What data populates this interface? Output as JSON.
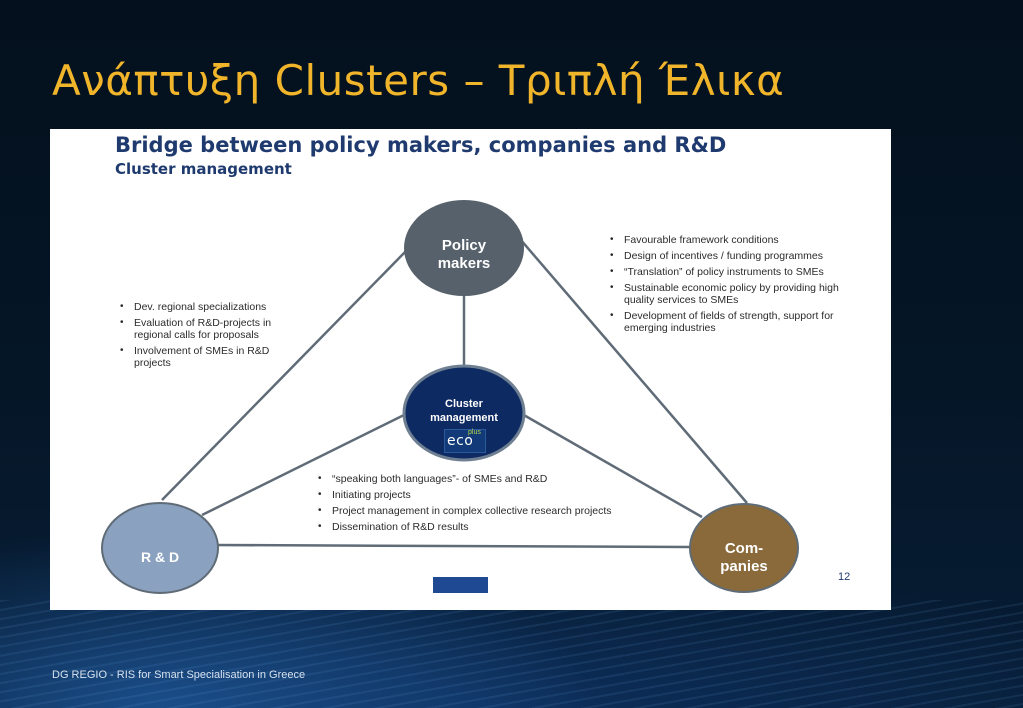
{
  "slide": {
    "title": "Ανάπτυξη Clusters – Τριπλή Έλικα",
    "footer": "DG REGIO - RIS for Smart Specialisation in Greece"
  },
  "panel": {
    "title": "Bridge between policy makers, companies and R&D",
    "subtitle": "Cluster management",
    "page_number": "12"
  },
  "nodes": {
    "policy": {
      "label_line1": "Policy",
      "label_line2": "makers",
      "color": "#56616b"
    },
    "cluster": {
      "label_line1": "Cluster",
      "label_line2": "management",
      "color": "#0e2a63"
    },
    "rd": {
      "label": "R & D",
      "color": "#8aa2c0"
    },
    "companies": {
      "label_line1": "Com-",
      "label_line2": "panies",
      "color": "#8a6a3a"
    }
  },
  "logo": {
    "main": "eco",
    "sup": "plus"
  },
  "bullets": {
    "left": [
      "Dev. regional specializations",
      "Evaluation of R&D-projects in regional calls for proposals",
      "Involvement of SMEs in R&D projects"
    ],
    "right": [
      "Favourable framework conditions",
      "Design of incentives / funding programmes",
      "“Translation” of policy instruments to SMEs",
      "Sustainable economic policy by providing high quality services to SMEs",
      "Development of fields of strength, support for emerging industries"
    ],
    "bottom": [
      "“speaking both languages”- of SMEs and R&D",
      "Initiating projects",
      "Project management in complex collective research projects",
      "Dissemination of R&D results"
    ]
  },
  "colors": {
    "title": "#f0b52a",
    "heading": "#1f3a6e",
    "connector": "#5f6b76"
  }
}
